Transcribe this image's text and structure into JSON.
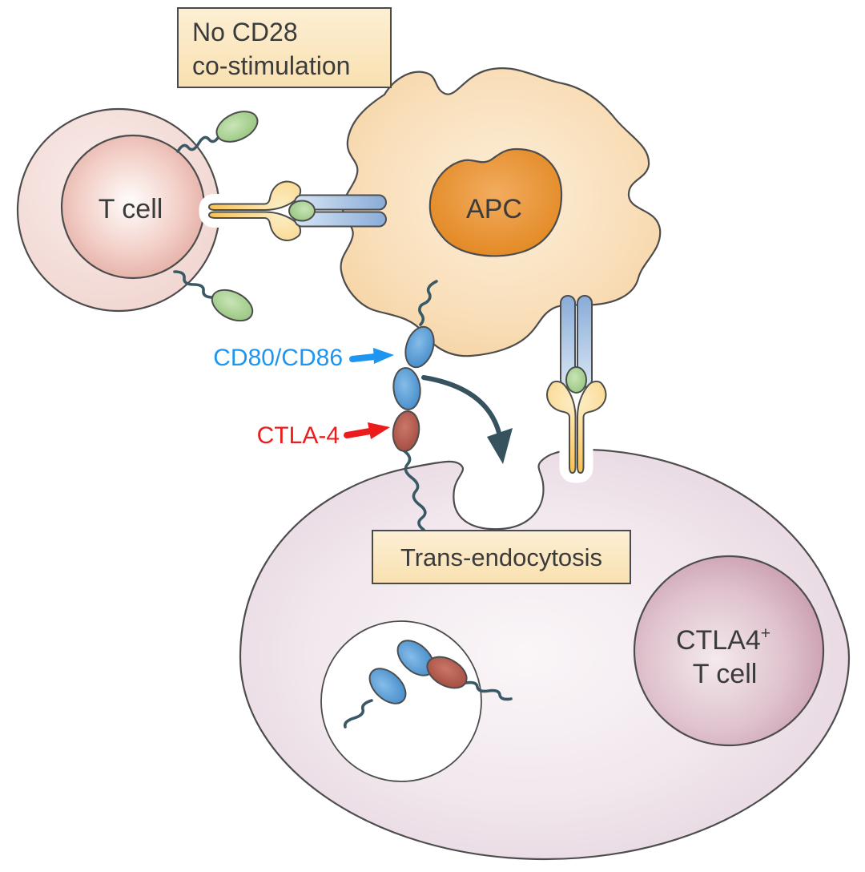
{
  "boxes": {
    "condition": {
      "line1": "No CD28",
      "line2": "co-stimulation"
    },
    "process": {
      "label": "Trans-endocytosis"
    }
  },
  "cells": {
    "t_cell": {
      "label": "T cell"
    },
    "apc": {
      "label": "APC"
    },
    "ctla4_t_cell": {
      "name": "CTLA4",
      "sup": "+",
      "line2": "T cell"
    }
  },
  "annotations": {
    "cd80": {
      "label": "CD80/CD86",
      "color": "#1E96F0"
    },
    "ctla4": {
      "label": "CTLA-4",
      "color": "#EC1C1C"
    }
  },
  "colors": {
    "membrane_outline": "#4D4D4D",
    "tether": "#3A5964",
    "arrow_dark": "#35525E",
    "label_box_fill": "#FBE9C6",
    "apc_fill": "#F8DCB4",
    "apc_nucleus": "#E1861F",
    "cd80_molecule_blue": "#3C86C6",
    "ctla4_molecule_red": "#A84A40",
    "peptide_green": "#A9D28F",
    "tcr_yellow": "#F7C75F",
    "mhc_blue": "#A9C6E8",
    "t_cell_fill": "#F3DBD7",
    "big_cell_fill": "#EDE1E8",
    "text": "#3B3B3B"
  }
}
